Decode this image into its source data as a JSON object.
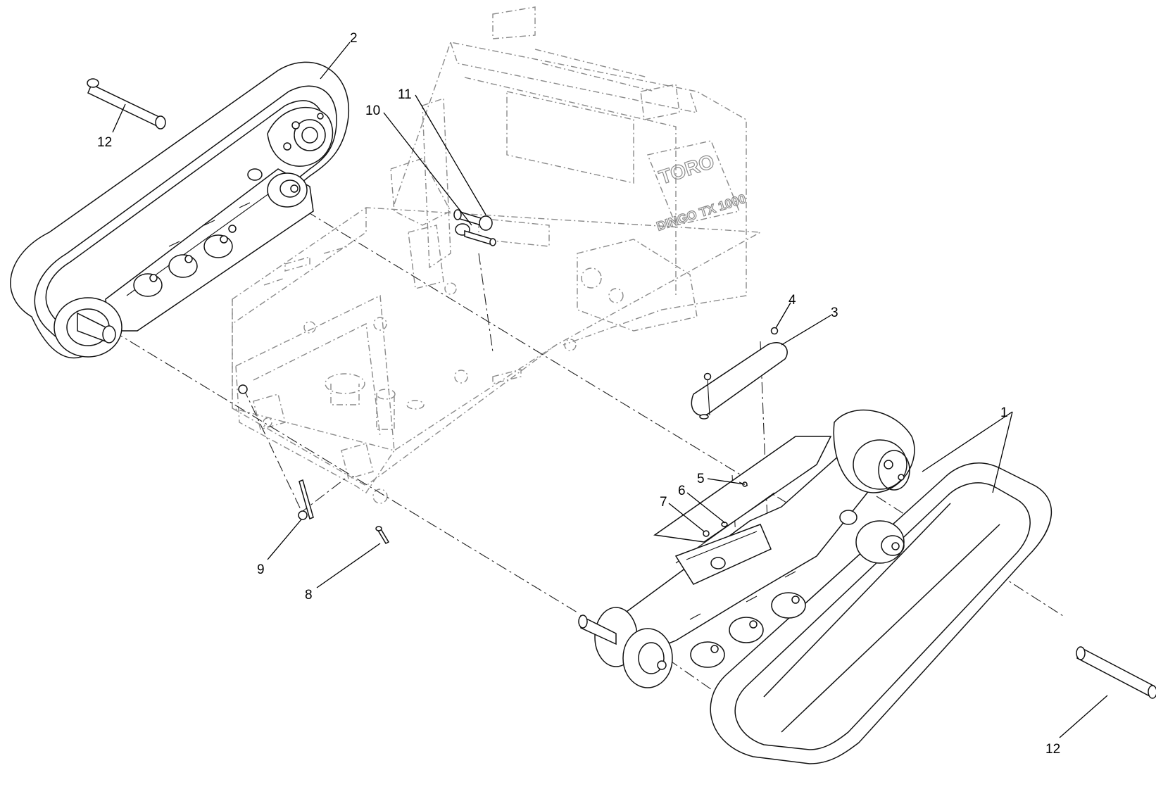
{
  "diagram": {
    "brand_logo": "TORO",
    "model_logo": "DINGO TX 1000",
    "callouts": [
      {
        "id": "1",
        "label": "1"
      },
      {
        "id": "2",
        "label": "2"
      },
      {
        "id": "3",
        "label": "3"
      },
      {
        "id": "4",
        "label": "4"
      },
      {
        "id": "5",
        "label": "5"
      },
      {
        "id": "6",
        "label": "6"
      },
      {
        "id": "7",
        "label": "7"
      },
      {
        "id": "8",
        "label": "8"
      },
      {
        "id": "9",
        "label": "9"
      },
      {
        "id": "10",
        "label": "10"
      },
      {
        "id": "11",
        "label": "11"
      },
      {
        "id": "12a",
        "label": "12"
      },
      {
        "id": "12b",
        "label": "12"
      }
    ]
  }
}
